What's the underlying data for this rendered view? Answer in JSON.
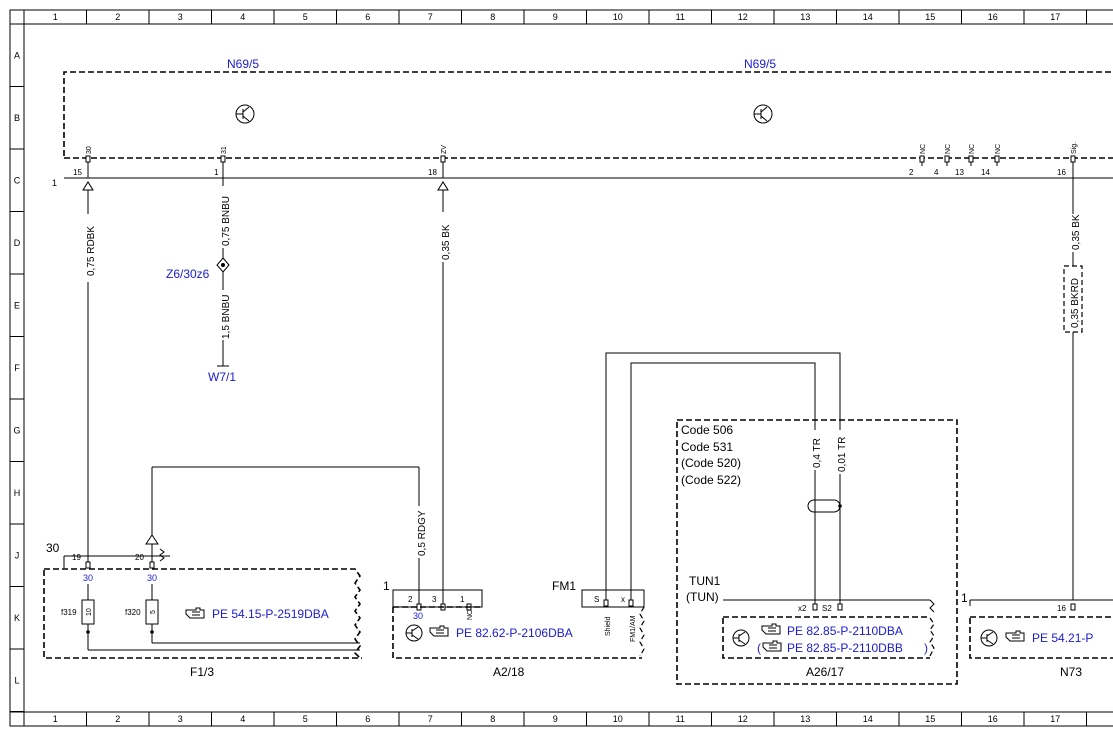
{
  "grid": {
    "columns": [
      "1",
      "2",
      "3",
      "4",
      "5",
      "6",
      "7",
      "8",
      "9",
      "10",
      "11",
      "12",
      "13",
      "14",
      "15",
      "16",
      "17"
    ],
    "rows": [
      "A",
      "B",
      "C",
      "D",
      "E",
      "F",
      "G",
      "H",
      "J",
      "K",
      "L"
    ]
  },
  "components": {
    "n69_left": "N69/5",
    "n69_right": "N69/5",
    "z6": "Z6/30z6",
    "w7": "W7/1",
    "f1": "F1/3",
    "a2": "A2/18",
    "a26": "A26/17",
    "n73": "N73",
    "fm1": "FM1",
    "tun1": "TUN1",
    "tun": "(TUN)"
  },
  "pins": {
    "p30": "30",
    "p31": "31",
    "pzv": "ZV",
    "pnc1": "NC",
    "pnc2": "NC",
    "pnc3": "NC",
    "pnc4": "NC",
    "psig": "Sig.",
    "n15": "15",
    "n1": "1",
    "n18": "18",
    "n2": "2",
    "n4": "4",
    "n13": "13",
    "n14": "14",
    "n16": "16",
    "bus1": "1",
    "f30": "30",
    "f19": "19",
    "f20": "20",
    "fuse30a": "30",
    "fuse30b": "30",
    "f319": "f319",
    "f320": "f320",
    "fuse10": "10",
    "fuse5": "5",
    "a2_one": "1",
    "a2_p2": "2",
    "a2_p3": "3",
    "a2_p1": "1",
    "a2_30": "30",
    "a2_nc": "NC",
    "fm_s": "S",
    "fm_x": "x",
    "fm_shield": "Shield",
    "fm_fm1am": "FM1/AM",
    "a26_x2": "x2",
    "a26_s2": "S2",
    "n73_one": "1",
    "n73_16": "16"
  },
  "wires": {
    "w1": "0,75 RDBK",
    "w2": "0,75 BNBU",
    "w3": "1,5 BNBU",
    "w4": "0,35 BK",
    "w5": "0,35 BK",
    "w6": "0,35 BKRD",
    "w7": "0,5 RDGY",
    "w8": "0,4 TR",
    "w9": "0,01 TR"
  },
  "codes": {
    "c1": "Code 506",
    "c2": "Code 531",
    "c3": "(Code 520)",
    "c4": "(Code 522)"
  },
  "refs": {
    "f1": "PE 54.15-P-2519DBA",
    "a2": "PE 82.62-P-2106DBA",
    "a26a": "PE 82.85-P-2110DBA",
    "a26b": "PE 82.85-P-2110DBB",
    "n73": "PE 54.21-P"
  },
  "icons": {
    "hand": "pointing-hand-icon",
    "transistor": "transistor-icon"
  }
}
